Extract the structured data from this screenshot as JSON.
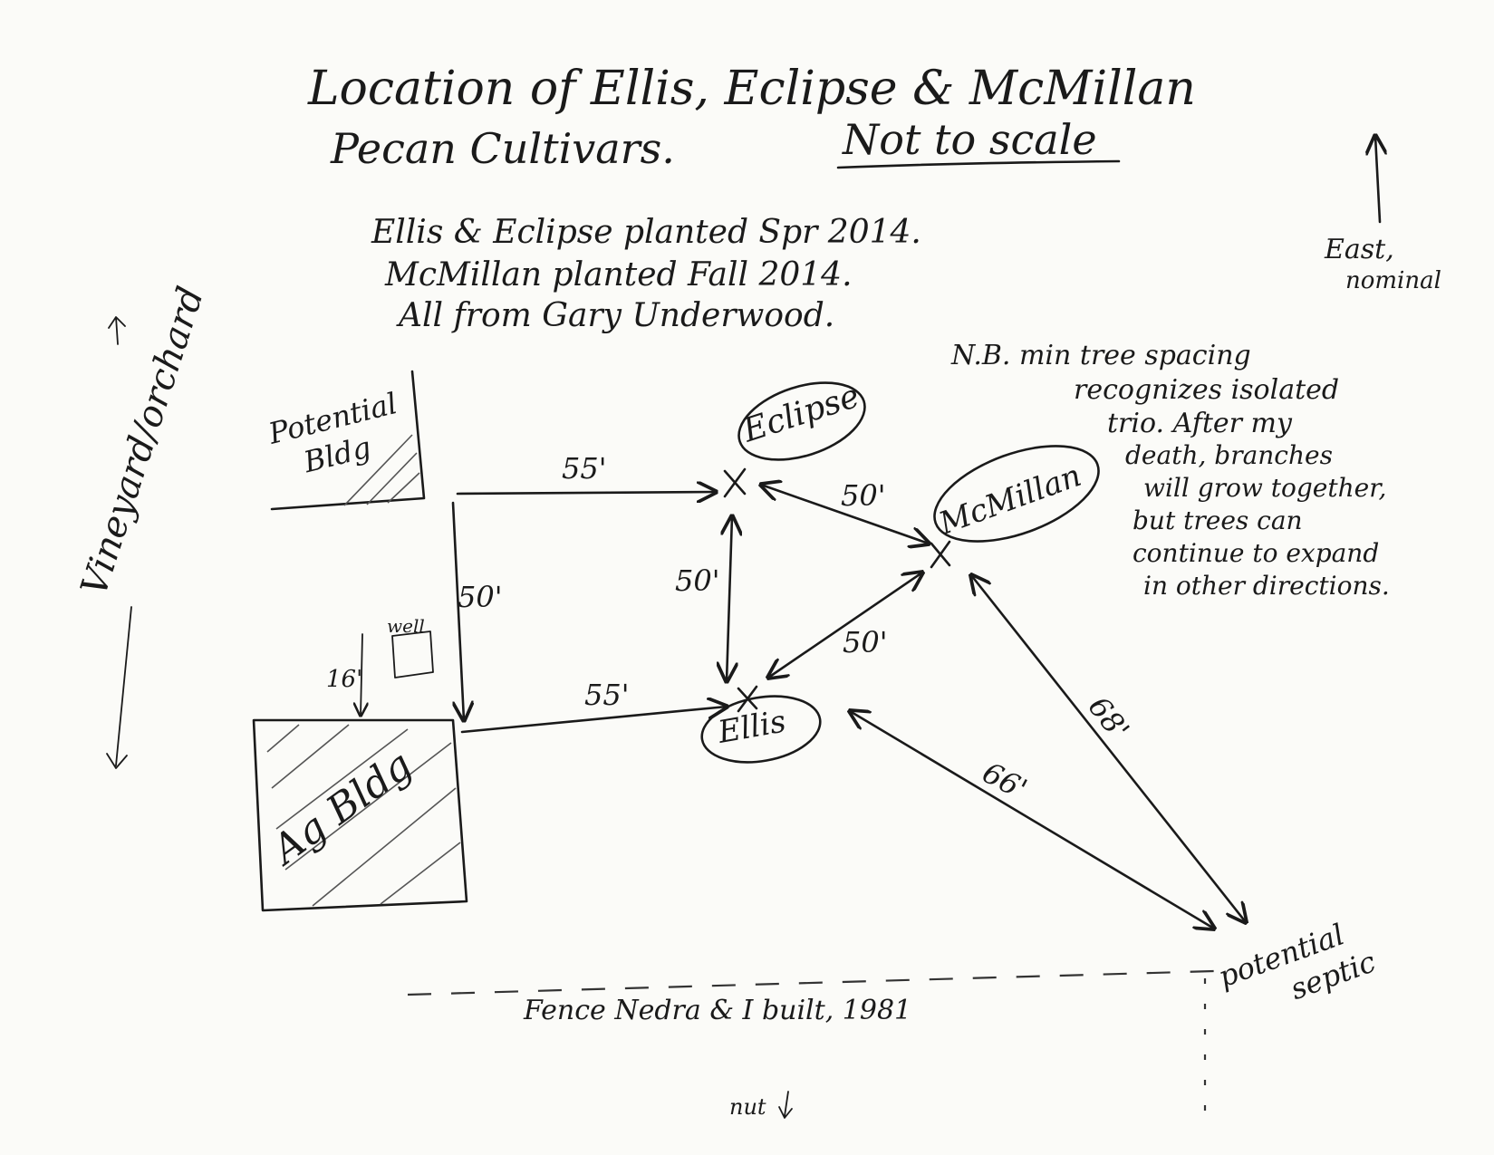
{
  "title": {
    "line1": "Location of Ellis, Eclipse & McMillan",
    "line2": "Pecan Cultivars.",
    "scale_note": "Not to scale"
  },
  "planting_notes": [
    "Ellis & Eclipse planted Spr 2014.",
    "McMillan planted Fall 2014.",
    "All from Gary Underwood."
  ],
  "compass": {
    "label_1": "East,",
    "label_2": "nominal"
  },
  "spacing_note": [
    "N.B. min tree spacing",
    "recognizes isolated",
    "trio. After my",
    "death, branches",
    "will grow together,",
    "but trees can",
    "continue to expand",
    "in other directions."
  ],
  "side_label": "Vineyard/orchard",
  "buildings": {
    "potential_bldg_1": "Potential",
    "potential_bldg_2": "Bldg",
    "ag_bldg": "Ag Bldg",
    "well": "well"
  },
  "trees": {
    "eclipse": "Eclipse",
    "mcmillan": "McMillan",
    "ellis": "Ellis"
  },
  "distances": {
    "bldg_to_eclipse": "55'",
    "bldg_to_ellis": "55'",
    "bldg_vertical": "50'",
    "eclipse_to_ellis": "50'",
    "eclipse_to_mcmillan": "50'",
    "mcmillan_to_ellis": "50'",
    "mcmillan_to_septic": "68'",
    "ellis_to_septic": "66'",
    "well_offset": "16'"
  },
  "septic": {
    "line1": "potential",
    "line2": "septic"
  },
  "fence": "Fence Nedra & I built, 1981",
  "bottom_mark": "nut"
}
